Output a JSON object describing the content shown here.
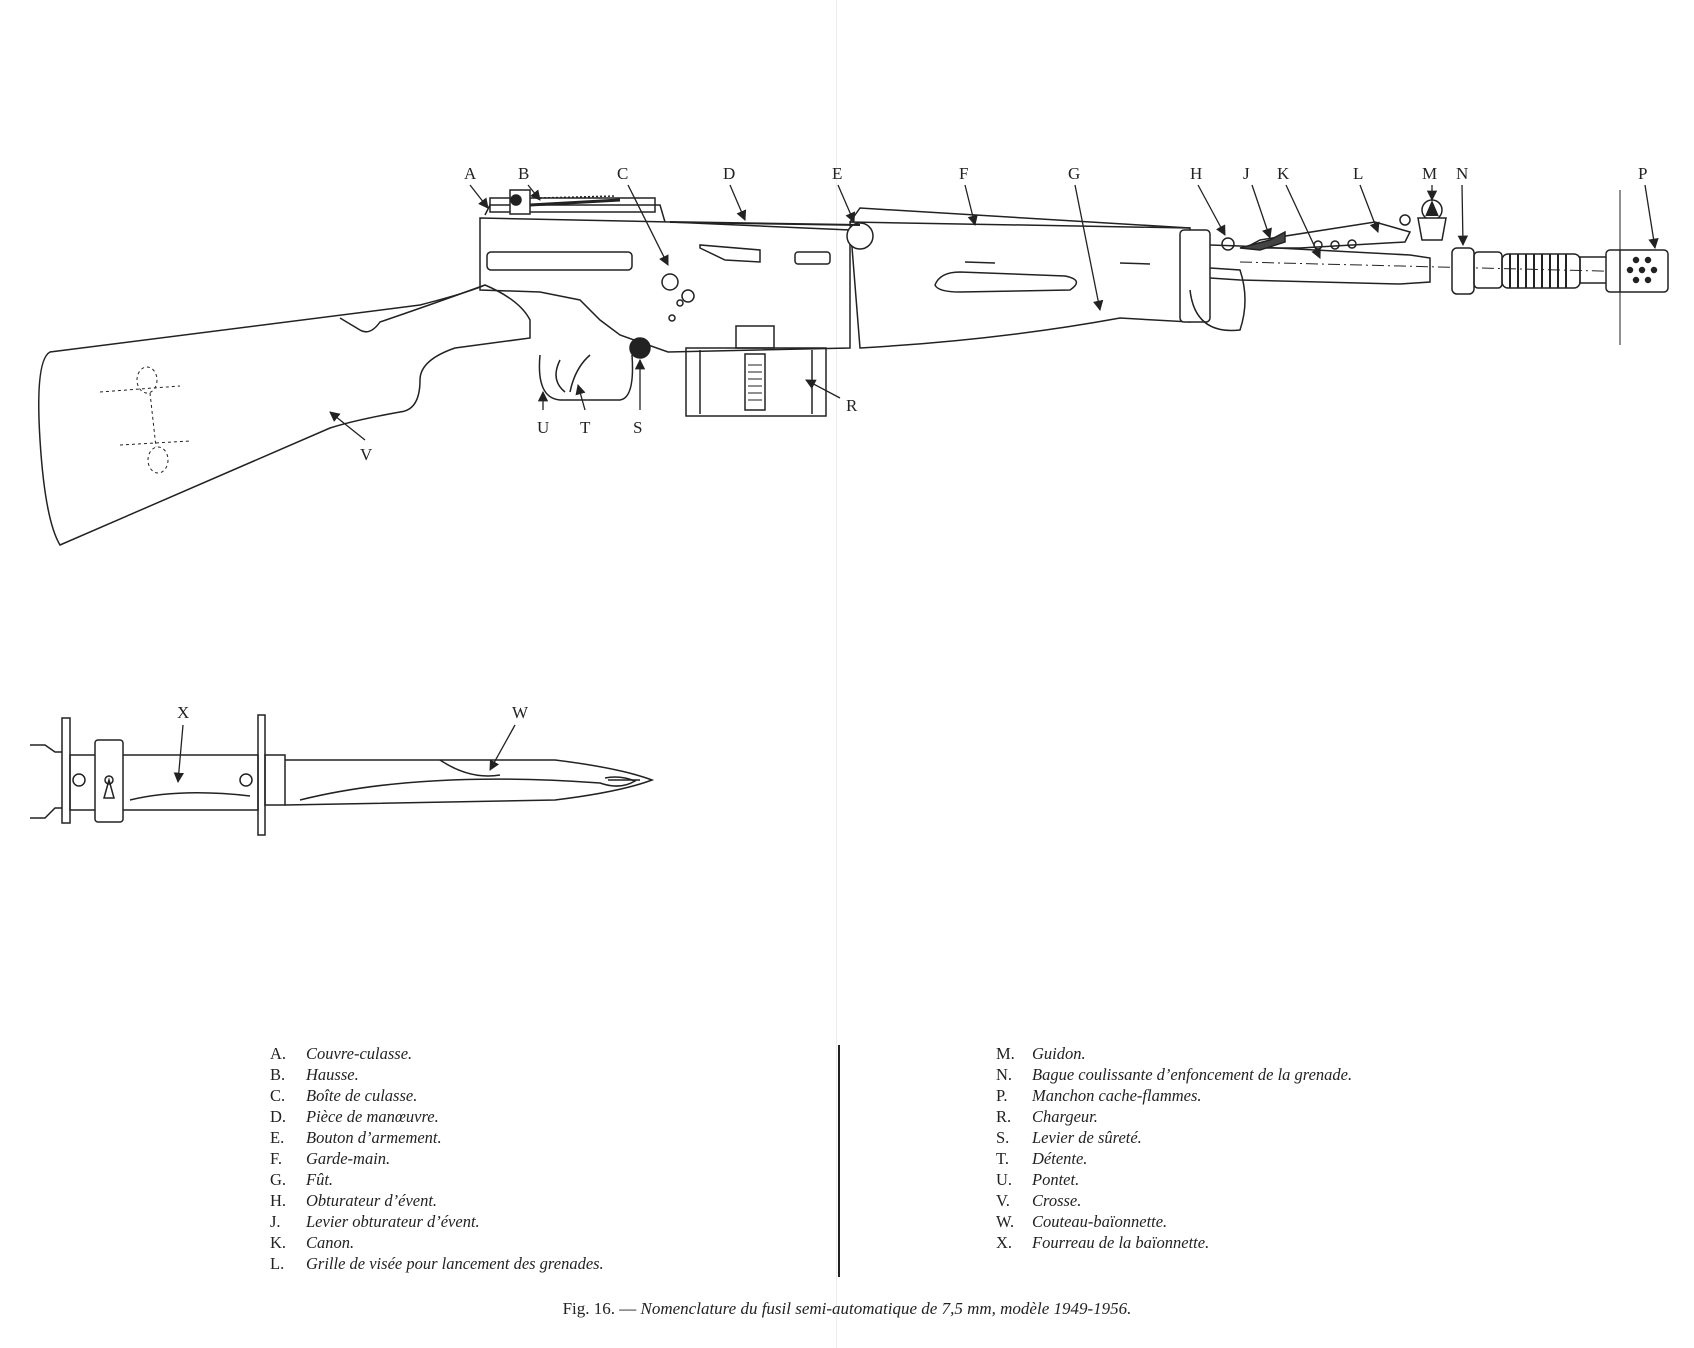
{
  "diagram": {
    "rifle_labels": [
      {
        "id": "A",
        "text": "A"
      },
      {
        "id": "B",
        "text": "B"
      },
      {
        "id": "C",
        "text": "C"
      },
      {
        "id": "D",
        "text": "D"
      },
      {
        "id": "E",
        "text": "E"
      },
      {
        "id": "F",
        "text": "F"
      },
      {
        "id": "G",
        "text": "G"
      },
      {
        "id": "H",
        "text": "H"
      },
      {
        "id": "J",
        "text": "J"
      },
      {
        "id": "K",
        "text": "K"
      },
      {
        "id": "L",
        "text": "L"
      },
      {
        "id": "M",
        "text": "M"
      },
      {
        "id": "N",
        "text": "N"
      },
      {
        "id": "P",
        "text": "P"
      },
      {
        "id": "R",
        "text": "R"
      },
      {
        "id": "U",
        "text": "U"
      },
      {
        "id": "T",
        "text": "T"
      },
      {
        "id": "S",
        "text": "S"
      },
      {
        "id": "V",
        "text": "V"
      }
    ],
    "bayonet_labels": [
      {
        "id": "X",
        "text": "X"
      },
      {
        "id": "W",
        "text": "W"
      }
    ]
  },
  "legend": {
    "left": [
      {
        "key": "A.",
        "text": "Couvre-culasse."
      },
      {
        "key": "B.",
        "text": "Hausse."
      },
      {
        "key": "C.",
        "text": "Boîte de culasse."
      },
      {
        "key": "D.",
        "text": "Pièce de manœuvre."
      },
      {
        "key": "E.",
        "text": "Bouton d’armement."
      },
      {
        "key": "F.",
        "text": "Garde-main."
      },
      {
        "key": "G.",
        "text": "Fût."
      },
      {
        "key": "H.",
        "text": "Obturateur d’évent."
      },
      {
        "key": "J.",
        "text": "Levier obturateur d’évent."
      },
      {
        "key": "K.",
        "text": "Canon."
      },
      {
        "key": "L.",
        "text": "Grille de visée pour lancement des grenades."
      }
    ],
    "right": [
      {
        "key": "M.",
        "text": "Guidon."
      },
      {
        "key": "N.",
        "text": "Bague coulissante d’enfoncement de la grenade."
      },
      {
        "key": "P.",
        "text": "Manchon cache-flammes."
      },
      {
        "key": "R.",
        "text": "Chargeur."
      },
      {
        "key": "S.",
        "text": "Levier de sûreté."
      },
      {
        "key": "T.",
        "text": "Détente."
      },
      {
        "key": "U.",
        "text": "Pontet."
      },
      {
        "key": "V.",
        "text": "Crosse."
      },
      {
        "key": "W.",
        "text": "Couteau-baïonnette."
      },
      {
        "key": "X.",
        "text": "Fourreau de la baïonnette."
      }
    ]
  },
  "caption": {
    "prefix": "Fig. 16. —",
    "title": "Nomenclature du fusil semi-automatique de 7,5 mm, modèle 1949-1956."
  }
}
